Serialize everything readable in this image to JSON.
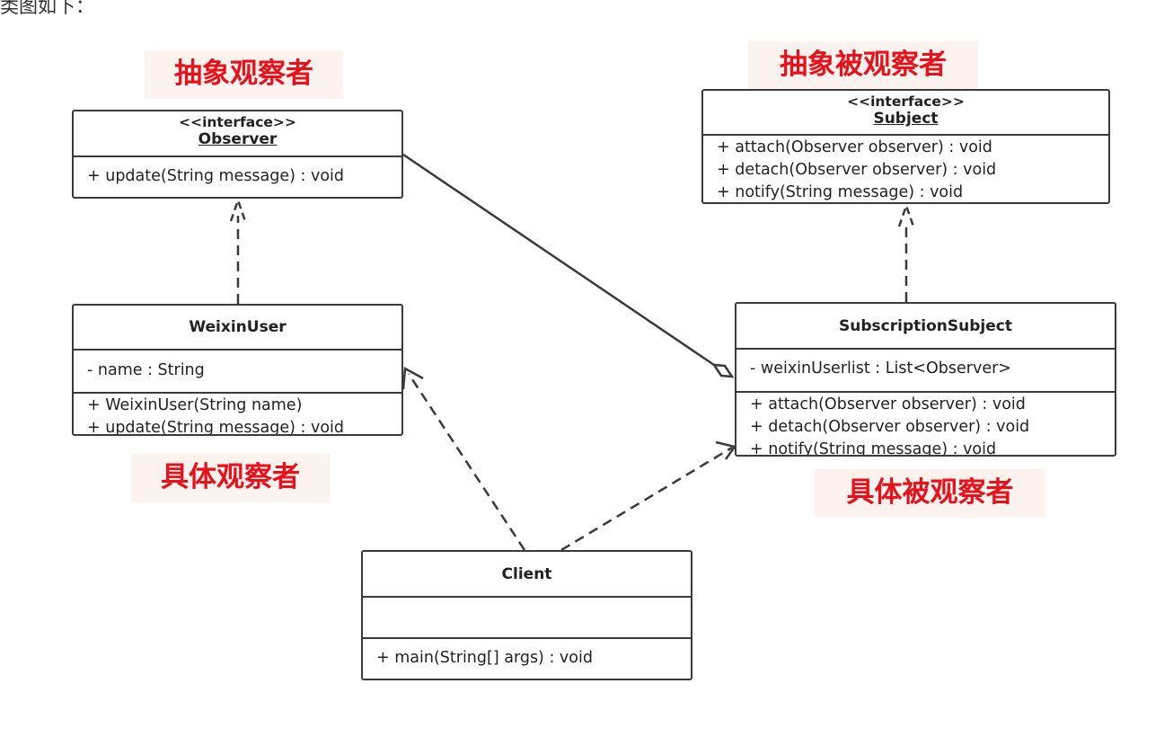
{
  "fragment_text": "类图如下：",
  "labels": {
    "abstract_observer": "抽象观察者",
    "abstract_subject": "抽象被观察者",
    "concrete_observer": "具体观察者",
    "concrete_subject": "具体被观察者"
  },
  "classes": {
    "observer": {
      "stereotype": "<<interface>>",
      "name": "Observer",
      "methods": [
        "+ update(String message) : void"
      ]
    },
    "subject": {
      "stereotype": "<<interface>>",
      "name": "Subject",
      "methods": [
        "+ attach(Observer observer) : void",
        "+ detach(Observer observer) : void",
        "+ notify(String message) : void"
      ]
    },
    "weixin_user": {
      "name": "WeixinUser",
      "attributes": [
        "- name : String"
      ],
      "methods": [
        "+ WeixinUser(String name)",
        "+ update(String message) : void"
      ]
    },
    "subscription_subject": {
      "name": "SubscriptionSubject",
      "attributes": [
        "- weixinUserlist : List<Observer>"
      ],
      "methods": [
        "+ attach(Observer observer) : void",
        "+ detach(Observer observer) : void",
        "+ notify(String message) : void"
      ]
    },
    "client": {
      "name": "Client",
      "attributes": [],
      "methods": [
        "+ main(String[] args) : void"
      ]
    }
  },
  "relationships": [
    {
      "from": "WeixinUser",
      "to": "Observer",
      "kind": "realization"
    },
    {
      "from": "SubscriptionSubject",
      "to": "Subject",
      "kind": "realization"
    },
    {
      "from": "SubscriptionSubject",
      "to": "Observer",
      "kind": "aggregation"
    },
    {
      "from": "Client",
      "to": "WeixinUser",
      "kind": "dependency"
    },
    {
      "from": "Client",
      "to": "SubscriptionSubject",
      "kind": "dependency"
    }
  ]
}
